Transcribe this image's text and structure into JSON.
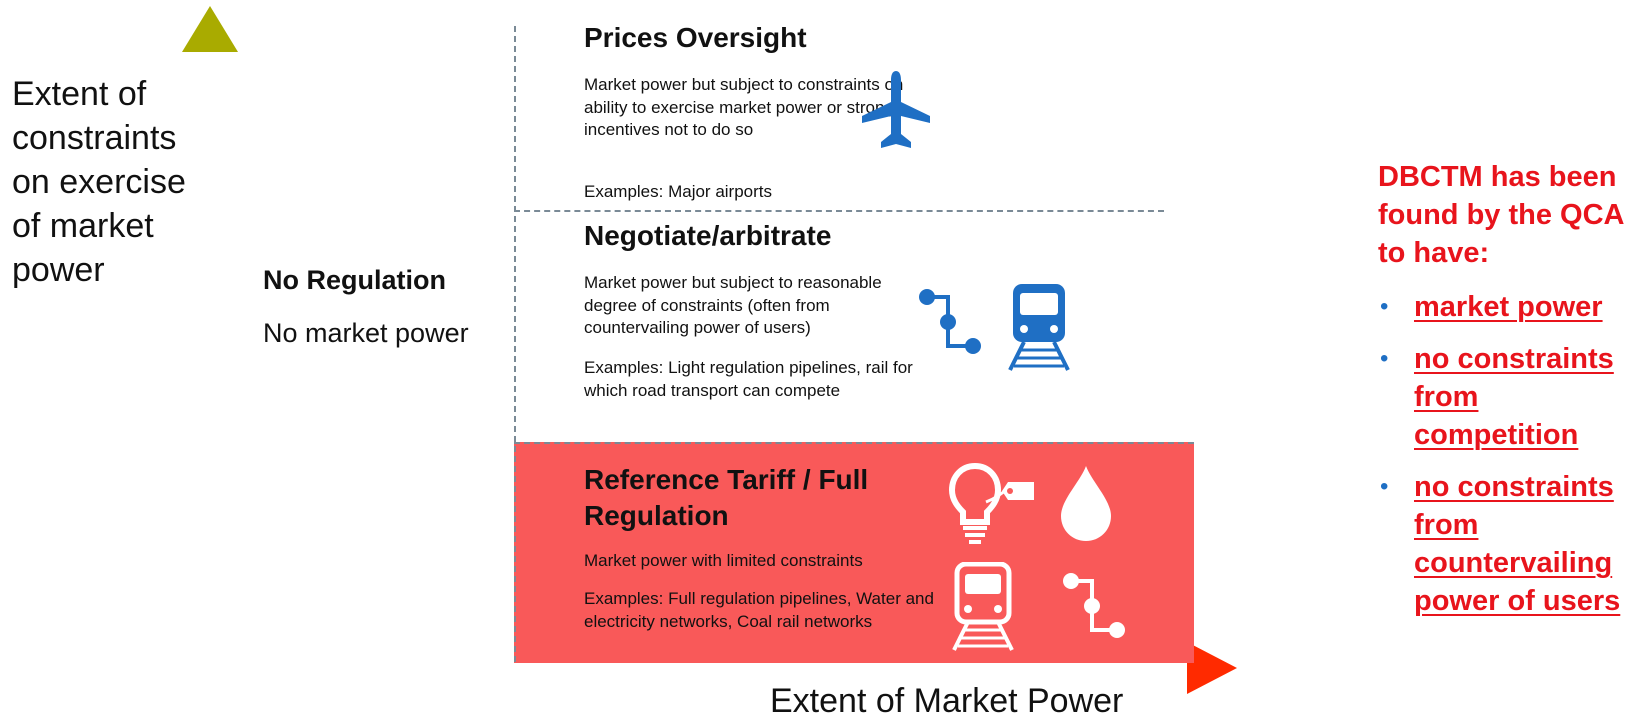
{
  "axes": {
    "y_label": "Extent of constraints on exercise of market power",
    "x_label": "Extent of Market Power"
  },
  "no_regulation": {
    "title": "No Regulation",
    "subtitle": "No market power"
  },
  "sections": {
    "prices_oversight": {
      "title": "Prices Oversight",
      "description": "Market power but subject to constraints on ability to exercise market power or strong incentives not to do so",
      "examples": "Examples: Major airports",
      "icons": [
        "airplane-icon"
      ]
    },
    "negotiate_arbitrate": {
      "title": "Negotiate/arbitrate",
      "description": "Market power but subject to reasonable degree of constraints (often from countervailing power of users)",
      "examples": "Examples: Light regulation pipelines, rail for which road transport can compete",
      "icons": [
        "pipeline-icon",
        "train-icon"
      ]
    },
    "reference_tariff": {
      "title": "Reference Tariff / Full Regulation",
      "description": "Market power with limited constraints",
      "examples": "Examples: Full regulation pipelines, Water and electricity networks, Coal rail networks",
      "icons": [
        "lightbulb-icon",
        "water-drop-icon",
        "train-icon",
        "pipeline-icon"
      ]
    }
  },
  "qca_panel": {
    "heading": "DBCTM has been found by the QCA to have:",
    "bullet_glyph": "•",
    "items": [
      "market power",
      "no constraints from competition",
      "no constraints from countervailing power of users"
    ]
  },
  "colors": {
    "accent_red": "#e8141c",
    "panel_red": "#f95959",
    "icon_blue": "#1f6fc4",
    "arrow_gradient": [
      "#a8a800",
      "#ffc400",
      "#ff2a00"
    ]
  }
}
